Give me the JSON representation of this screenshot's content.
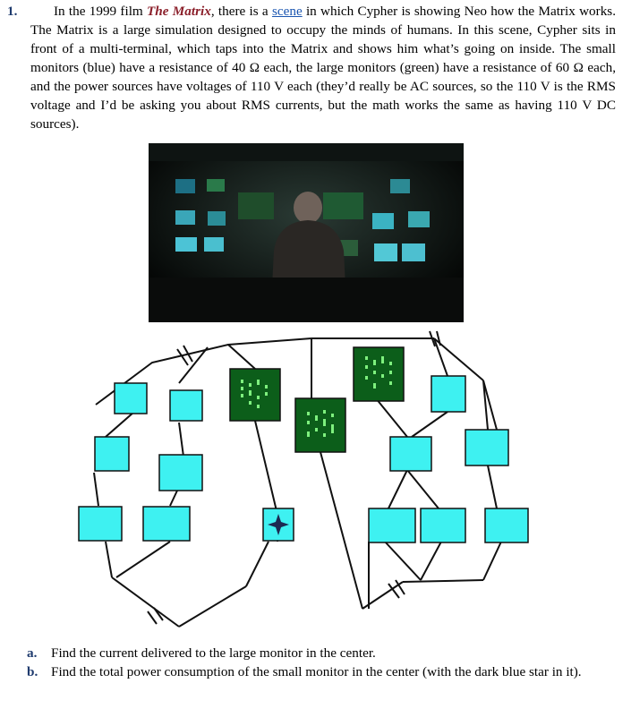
{
  "problem": {
    "number": "1.",
    "intro_before_film": "In the 1999 film ",
    "film_title": "The Matrix",
    "intro_after_film": ", there is a ",
    "link_text": "scene",
    "rest_text": " in which Cypher is showing Neo how the Matrix works. The Matrix is a large simulation designed to occupy the minds of humans. In this scene, Cypher sits in front of a multi-terminal, which taps into the Matrix and shows him what’s going on inside. The small monitors (blue) have a resistance of 40 Ω each, the large monitors (green) have a resistance of 60 Ω each, and the power sources have voltages of 110 V each (they’d really be AC sources, so the 110 V is the RMS voltage and I’d be asking you about RMS currents, but the math works the same as having 110 V DC sources)."
  },
  "questions": [
    {
      "label": "a.",
      "text": "Find the current delivered to the large monitor in the center."
    },
    {
      "label": "b.",
      "text": "Find the total power consumption of the small monitor in the center (with the dark blue star in it)."
    }
  ],
  "colors": {
    "small_monitor": "#3ef1f1",
    "large_monitor": "#0c5e1a",
    "star": "#1c2a52",
    "number_label": "#1f3b6e",
    "film_title": "#8b1f2a",
    "link": "#1a55b0"
  }
}
